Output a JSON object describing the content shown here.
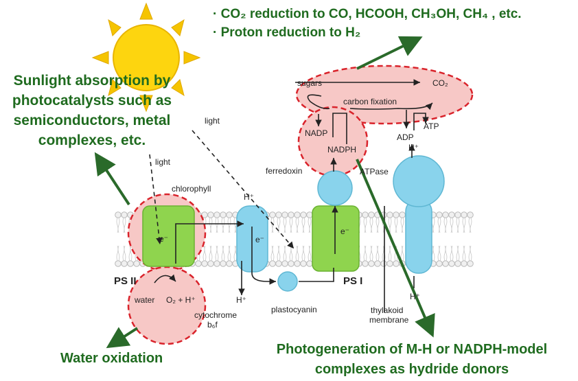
{
  "top_callout": {
    "line1": "· CO₂ reduction to CO, HCOOH, CH₃OH, CH₄ , etc.",
    "line2": "· Proton reduction to H₂"
  },
  "left_callout": {
    "lines": [
      "Sunlight absorption by",
      "photocatalysts such as",
      "semiconductors, metal",
      "complexes, etc."
    ]
  },
  "bottom_left_callout": "Water oxidation",
  "bottom_right_callout": {
    "line1": "Photogeneration of M-H or NADPH-model",
    "line2": "complexes as hydride donors"
  },
  "diagram": {
    "light_1": "light",
    "light_2": "light",
    "chlorophyll": "chlorophyll",
    "ps2": "PS II",
    "ps1": "PS I",
    "electron_1": "e⁻",
    "electron_2": "e⁻",
    "electron_3": "e⁻",
    "water": "water",
    "products": "O₂ + H⁺",
    "cytochrome_1": "cytochrome",
    "cytochrome_2": "b₆f",
    "proton_top": "H⁺",
    "proton_bottom": "H⁺",
    "plastocyanin": "plastocyanin",
    "ferredoxin": "ferredoxin",
    "nadp": "NADP",
    "nadph": "NADPH",
    "sugars": "sugars",
    "carbon_fixation": "carbon fixation",
    "co2": "CO₂",
    "atp": "ATP",
    "adp": "ADP",
    "atpase": "ATPase",
    "atpase_proton_top": "H⁺",
    "atpase_proton_bottom": "H⁺",
    "thylakoid_1": "thylakoid",
    "thylakoid_2": "membrane"
  }
}
